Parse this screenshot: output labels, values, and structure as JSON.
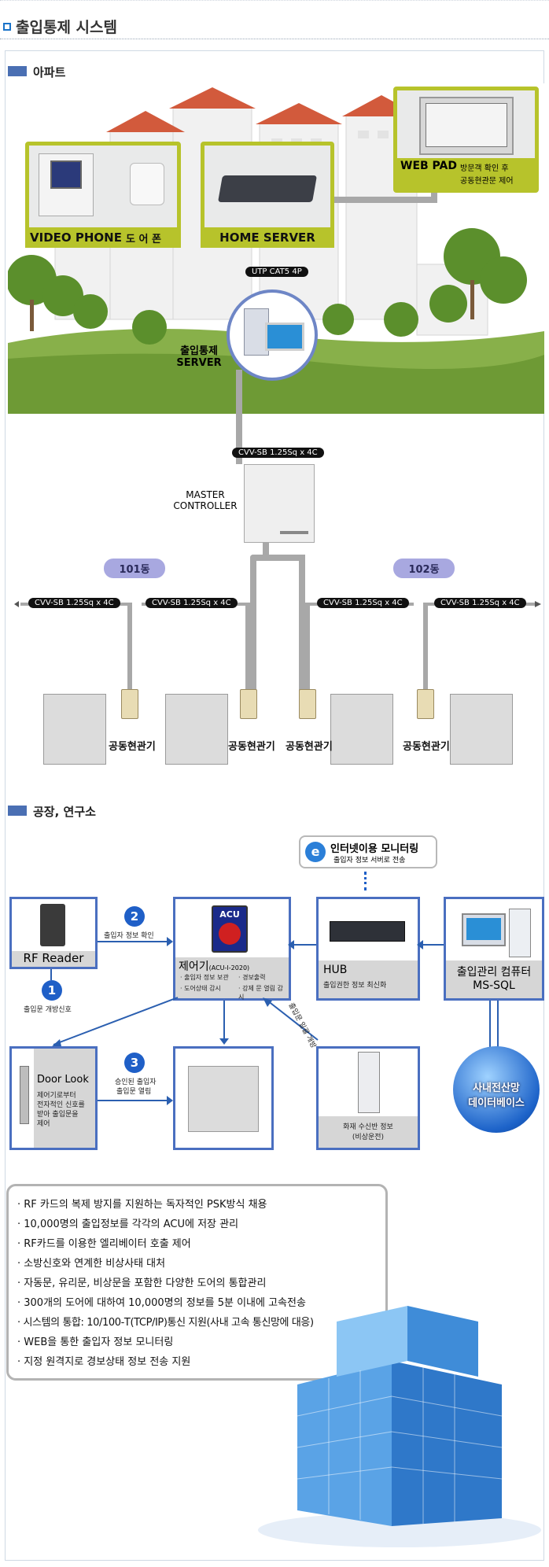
{
  "page_title": "출입통제 시스템",
  "apartment": {
    "heading": "아파트",
    "video_phone": "VIDEO PHONE",
    "door_phone": "도 어 폰",
    "home_server": "HOME SERVER",
    "web_pad": "WEB PAD",
    "web_pad_desc1": "방문객 확인 후",
    "web_pad_desc2": "공동현관문 제어",
    "utp_cable": "UTP CAT5 4P",
    "access_server_line1": "출입통제",
    "access_server_line2": "SERVER",
    "cvv_main": "CVV-SB 1.25Sq x 4C",
    "master_controller_line1": "MASTER",
    "master_controller_line2": "CONTROLLER",
    "building_101": "101동",
    "building_102": "102동",
    "branch_cables": [
      "CVV-SB 1.25Sq x 4C",
      "CVV-SB 1.25Sq x 4C",
      "CVV-SB 1.25Sq x 4C",
      "CVV-SB 1.25Sq x 4C"
    ],
    "entrance_units": [
      "공동현관기",
      "공동현관기",
      "공동현관기",
      "공동현관기"
    ]
  },
  "factory": {
    "heading": "공장, 연구소",
    "internet_monitoring": "인터넷이용 모니터링",
    "internet_sub": "출입자 정보 서버로 전송",
    "rf_reader": "RF Reader",
    "rf_signal": "출입문 개방신호",
    "step1": "1",
    "step2": "2",
    "step3": "3",
    "step2_label": "출입자 정보 확인",
    "acu_badge": "ACU",
    "controller_title": "제어기",
    "controller_model": "(ACU-I-2020)",
    "controller_items": [
      "· 출입자 정보 보관",
      "· 경보출력",
      "· 도어상태 감시",
      "· 강제 문 열림 감시"
    ],
    "hub_title": "HUB",
    "hub_sub": "출입권한 정보 최신화",
    "pc_title1": "출입관리 컴퓨터",
    "pc_title2": "MS-SQL",
    "db_line1": "사내전산망",
    "db_line2": "데이터베이스",
    "door_lock_title": "Door Look",
    "door_lock_desc": [
      "제어기로부터",
      "전자적인 신호를",
      "받아 출입문을",
      "제어"
    ],
    "step3_label1": "승인된 출입자",
    "step3_label2": "출입문 열림",
    "emergency_open": "출입문 일괄 개방",
    "fire_panel1": "화재 수신반 정보",
    "fire_panel2": "(비상운전)"
  },
  "features": [
    "RF 카드의 복제 방지를 지원하는 독자적인 PSK방식 채용",
    "10,000명의 출입정보를 각각의 ACU에 저장 관리",
    "RF카드를 이용한 엘리베이터 호출 제어",
    "소방신호와 연계한 비상사태 대처",
    "자동문, 유리문, 비상문을 포함한 다양한 도어의 통합관리",
    "300개의 도어에 대하여 10,000명의 정보를 5분 이내에 고속전송",
    "시스템의 통합: 10/100-T(TCP/IP)통신 지원(사내 고속 통신망에 대응)",
    "WEB을 통한 출입자 정보 모니터링",
    "지정 원격지로 경보상태 정보 전송 지원"
  ],
  "colors": {
    "accent": "#4a6fb3",
    "green": "#b7c32b",
    "blue_border": "#4a6fc0"
  }
}
